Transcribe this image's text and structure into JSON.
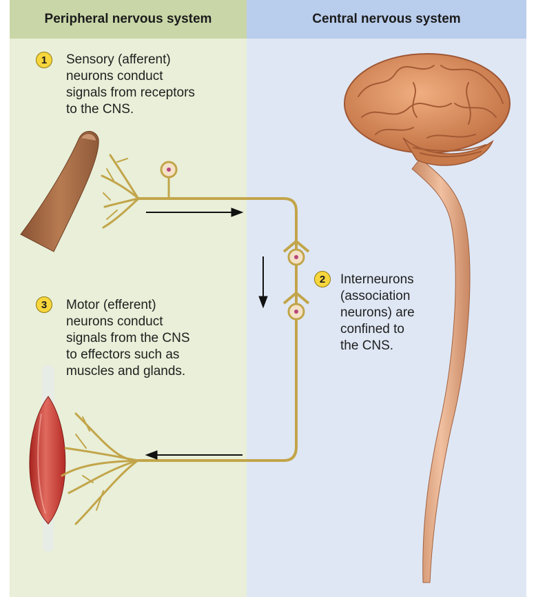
{
  "headers": {
    "pns": "Peripheral nervous system",
    "cns": "Central nervous system"
  },
  "steps": [
    {
      "number": "1",
      "text": "Sensory (afferent)\nneurons conduct\nsignals from receptors\nto the CNS."
    },
    {
      "number": "2",
      "text": "Interneurons\n(association\nneurons) are\nconfined to\nthe CNS."
    },
    {
      "number": "3",
      "text": "Motor (efferent)\nneurons conduct\nsignals from the CNS\nto effectors such as\nmuscles and glands."
    }
  ],
  "colors": {
    "pns_background": "#e9efd8",
    "cns_background": "#dfe7f4",
    "pns_header": "#c9d7a8",
    "cns_header": "#b9cdec",
    "neuron": "#c2a54a",
    "step_badge": "#f6d63c",
    "brain": "#d98a5a",
    "spinal_cord": "#d9a07f",
    "muscle": "#c8342f",
    "finger": "#a86a44"
  }
}
